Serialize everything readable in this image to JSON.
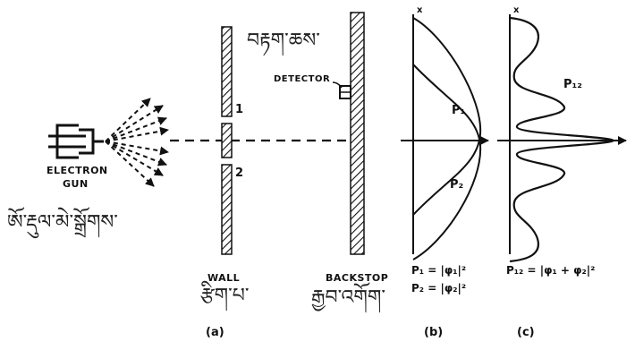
{
  "labels": {
    "electron_gun": [
      "ELECTRON",
      "GUN"
    ],
    "electron_gun_tibetan": "ཨོ་རྡུལ་མེ་སྒྲོགས་",
    "wall": "WALL",
    "wall_tibetan": "རྩིག་པ་",
    "backstop": "BACKSTOP",
    "backstop_tibetan": "རྒྱབ་འགོག་",
    "detector": "DETECTOR",
    "detector_tibetan": "བརྟག་ཆས་",
    "slit_1": "1",
    "slit_2": "2",
    "axis_x_b": "x",
    "axis_x_c": "x",
    "p1": "P₁",
    "p2": "P₂",
    "p12": "P₁₂",
    "formula_b1": "P₁ = |φ₁|²",
    "formula_b2": "P₂ = |φ₂|²",
    "formula_c": "P₁₂ = |φ₁ + φ₂|²",
    "panel_a": "(a)",
    "panel_b": "(b)",
    "panel_c": "(c)"
  }
}
